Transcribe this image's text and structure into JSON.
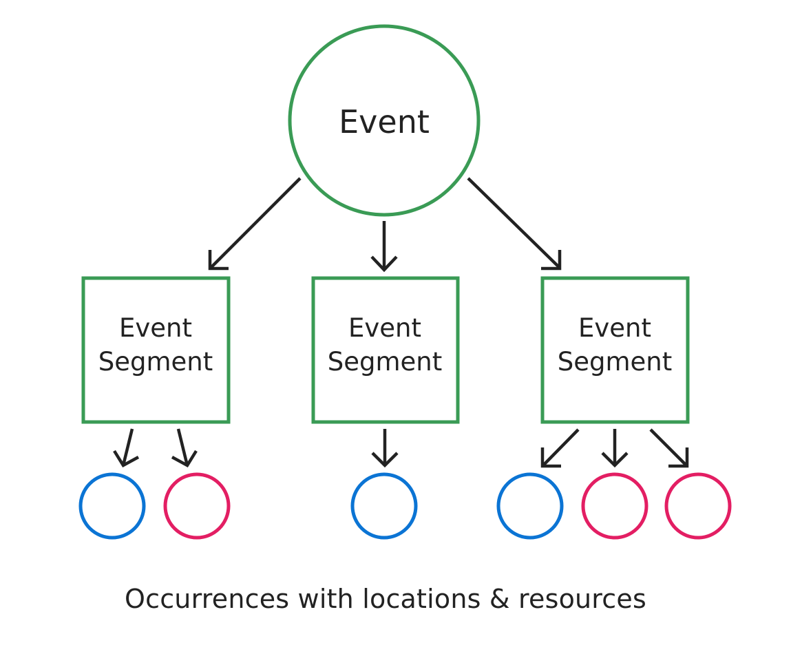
{
  "diagram": {
    "root": {
      "label": "Event"
    },
    "segments": [
      {
        "label_line1": "Event",
        "label_line2": "Segment",
        "occurrences": [
          "location",
          "resource"
        ]
      },
      {
        "label_line1": "Event",
        "label_line2": "Segment",
        "occurrences": [
          "location"
        ]
      },
      {
        "label_line1": "Event",
        "label_line2": "Segment",
        "occurrences": [
          "location",
          "resource",
          "resource"
        ]
      }
    ],
    "caption": "Occurrences with locations & resources"
  },
  "colors": {
    "event_border": "#3a9b55",
    "location": "#0b74d4",
    "resource": "#e31e63",
    "arrow": "#222222"
  }
}
